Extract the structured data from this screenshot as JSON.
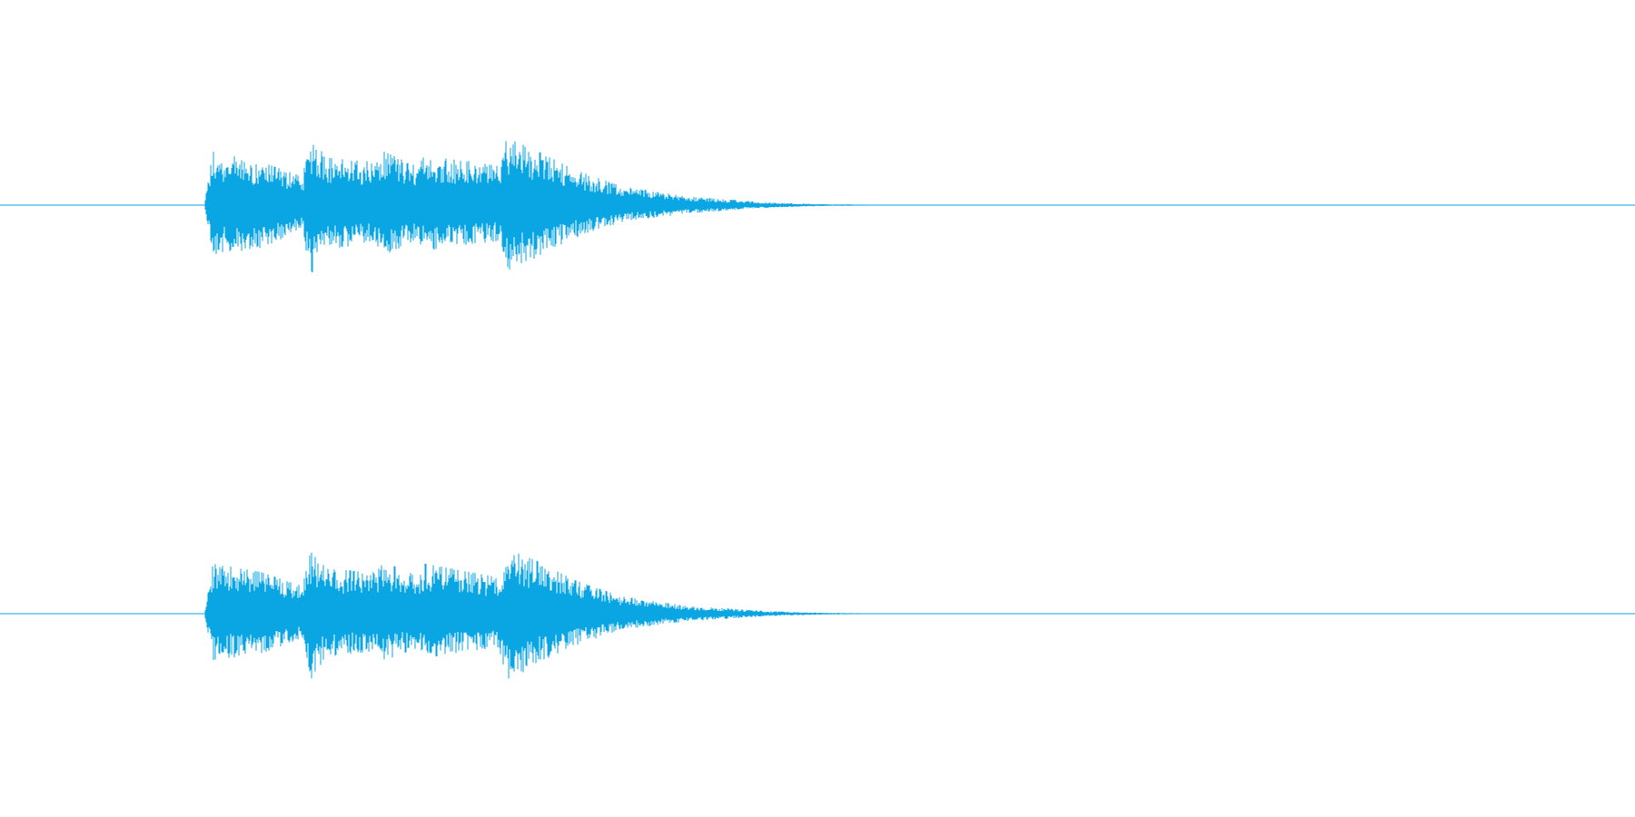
{
  "colors": {
    "background": "#ffffff",
    "waveform": "#0aa5e3",
    "baseline": "#0aa5e3"
  },
  "chart_data": {
    "type": "area",
    "title": "",
    "xlabel": "",
    "ylabel": "",
    "grid": false,
    "legend": "none",
    "x_range": [
      0,
      1
    ],
    "ylim": [
      -1,
      1
    ],
    "note_onsets": [
      0.127,
      0.192,
      0.234,
      0.258,
      0.31
    ],
    "channels": [
      {
        "label": "",
        "envelope": {
          "x": [
            0,
            0.125,
            0.13,
            0.14,
            0.16,
            0.185,
            0.19,
            0.2,
            0.23,
            0.235,
            0.255,
            0.26,
            0.305,
            0.31,
            0.33,
            0.35,
            0.38,
            0.42,
            0.47,
            0.5,
            0.54,
            0.56,
            1
          ],
          "upper": [
            0,
            0,
            0.62,
            0.58,
            0.5,
            0.33,
            0.78,
            0.55,
            0.5,
            0.62,
            0.45,
            0.6,
            0.45,
            0.78,
            0.62,
            0.42,
            0.22,
            0.1,
            0.03,
            0.012,
            0.004,
            0,
            0
          ],
          "lower": [
            0,
            0,
            -0.58,
            -0.55,
            -0.5,
            -0.3,
            -0.82,
            -0.52,
            -0.45,
            -0.58,
            -0.42,
            -0.55,
            -0.42,
            -0.8,
            -0.6,
            -0.4,
            -0.2,
            -0.1,
            -0.03,
            -0.012,
            -0.004,
            0,
            0
          ]
        }
      },
      {
        "label": "",
        "envelope": {
          "x": [
            0,
            0.125,
            0.13,
            0.14,
            0.16,
            0.185,
            0.19,
            0.2,
            0.23,
            0.235,
            0.255,
            0.26,
            0.305,
            0.31,
            0.33,
            0.35,
            0.38,
            0.42,
            0.47,
            0.5,
            0.54,
            0.56,
            1
          ],
          "upper": [
            0,
            0,
            0.58,
            0.55,
            0.48,
            0.32,
            0.72,
            0.52,
            0.48,
            0.6,
            0.44,
            0.58,
            0.42,
            0.75,
            0.6,
            0.4,
            0.2,
            0.09,
            0.03,
            0.012,
            0.004,
            0,
            0
          ],
          "lower": [
            0,
            0,
            -0.55,
            -0.52,
            -0.46,
            -0.3,
            -0.78,
            -0.5,
            -0.44,
            -0.56,
            -0.4,
            -0.52,
            -0.4,
            -0.78,
            -0.58,
            -0.38,
            -0.19,
            -0.09,
            -0.03,
            -0.012,
            -0.004,
            0,
            0
          ]
        }
      }
    ]
  }
}
